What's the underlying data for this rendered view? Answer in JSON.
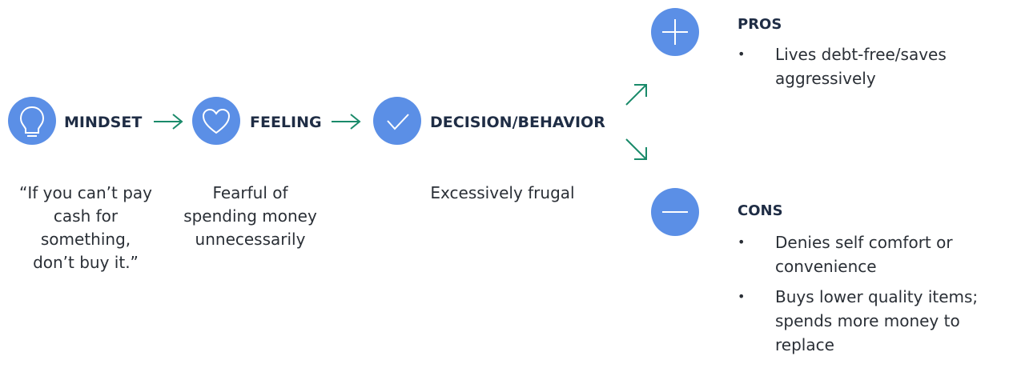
{
  "flow": {
    "steps": [
      {
        "label": "MINDSET",
        "icon": "lightbulb-icon",
        "description": "“If you can’t pay cash for something, don’t buy it.”"
      },
      {
        "label": "FEELING",
        "icon": "heart-icon",
        "description": "Fearful of spending money unnecessarily"
      },
      {
        "label": "DECISION/BEHAVIOR",
        "icon": "checkmark-icon",
        "description": "Excessively frugal"
      }
    ],
    "arrow_color": "#1a8a6a",
    "icon_color": "#5b8fe6"
  },
  "outcomes": {
    "pros": {
      "heading": "PROS",
      "icon": "plus-icon",
      "items": [
        "Lives debt-free/saves aggressively"
      ]
    },
    "cons": {
      "heading": "CONS",
      "icon": "minus-icon",
      "items": [
        "Denies self comfort or convenience",
        "Buys lower quality items; spends more money to replace"
      ]
    }
  }
}
